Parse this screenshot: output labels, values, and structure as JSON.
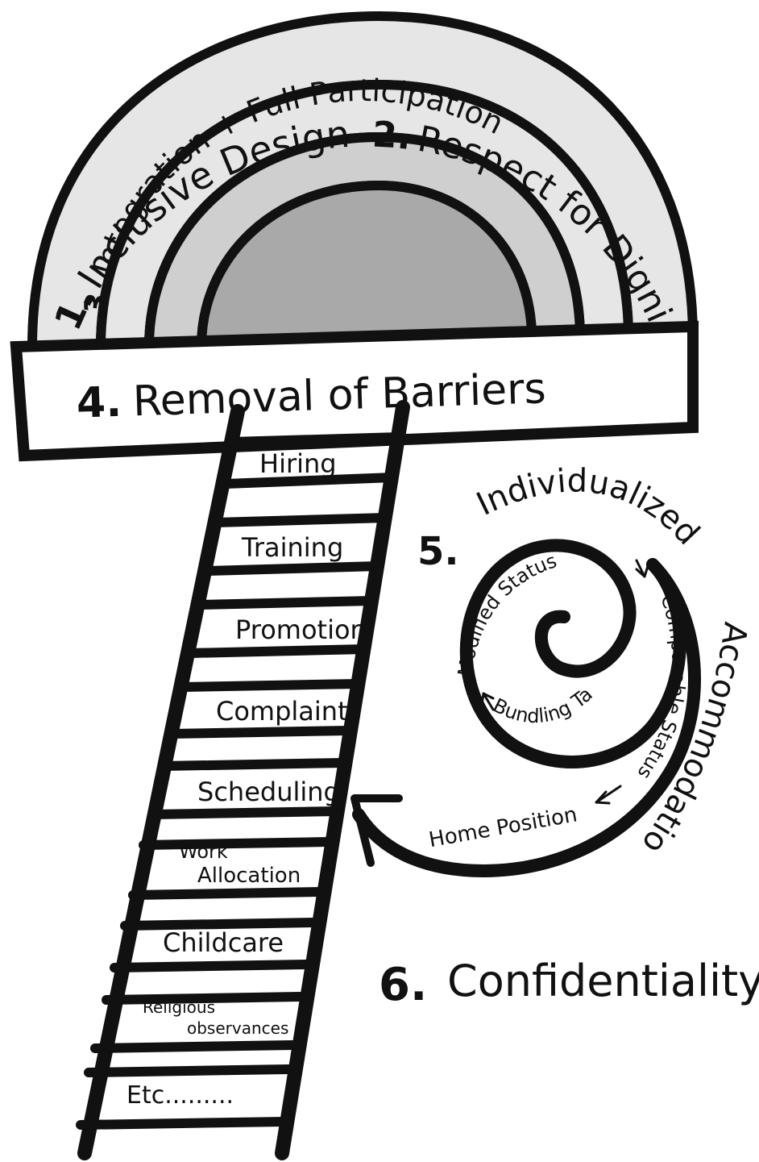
{
  "arch": {
    "band1_number": "1.",
    "band1_label": "Inclusive Design",
    "band2_number": "2.",
    "band2_label": "Respect for Dignity",
    "band3_number": "3.",
    "band3_label": "Integration + Full Participation"
  },
  "banner": {
    "number": "4.",
    "label": "Removal of Barriers"
  },
  "ladder": {
    "rungs": [
      "Hiring",
      "Training",
      "Promotion",
      "Complaints",
      "Scheduling",
      "Work",
      "Allocation",
      "Childcare",
      "Religious",
      "observances",
      "Etc........."
    ]
  },
  "spiral": {
    "number": "5.",
    "title_line1": "Individualized",
    "title_line2": "Accommodation",
    "steps": {
      "home": "Home Position",
      "comparable": "Comparable Status",
      "modified": "Modified Status",
      "bundling": "Bundling Tasks"
    }
  },
  "confidentiality": {
    "number": "6.",
    "label": "Confidentiality"
  },
  "colors": {
    "ink": "#111111",
    "band_light": "#e6e6e6",
    "band_mid": "#cfcfcf",
    "core": "#a9a9a9"
  }
}
